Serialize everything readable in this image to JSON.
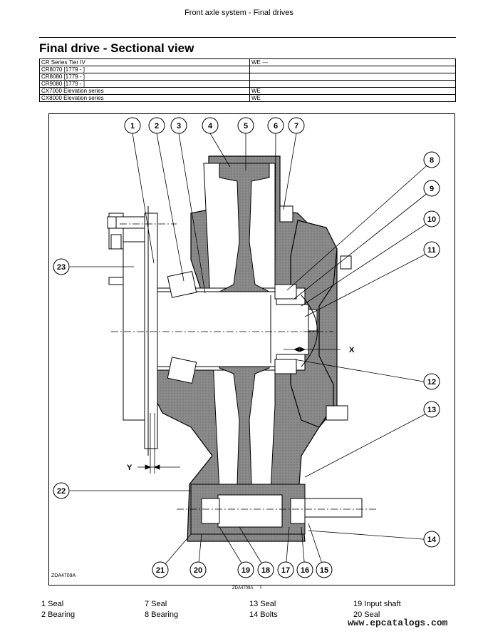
{
  "header": "Front axle system - Final drives",
  "title": "Final drive - Sectional view",
  "models": [
    {
      "model": "CR Series Tier IV",
      "code": "WE ---"
    },
    {
      "model": "CR8070 [1779 - ]",
      "code": ""
    },
    {
      "model": "CR8080 [1779 - ]",
      "code": ""
    },
    {
      "model": "CR9080 [1779 - ]",
      "code": ""
    },
    {
      "model": "CX7000 Elevation series",
      "code": "WE"
    },
    {
      "model": "CX8000 Elevation series",
      "code": "WE"
    }
  ],
  "diagram": {
    "callouts": [
      "1",
      "2",
      "3",
      "4",
      "5",
      "6",
      "7",
      "8",
      "9",
      "10",
      "11",
      "12",
      "13",
      "14",
      "15",
      "16",
      "17",
      "18",
      "19",
      "20",
      "21",
      "22",
      "23"
    ],
    "dim_x": "X",
    "dim_y": "Y",
    "drawing_code": "ZDA4709A",
    "drawing_code_small": "ZDA4709A",
    "page_mark": "1"
  },
  "legend": [
    [
      "1 Seal",
      "2 Bearing"
    ],
    [
      "7 Seal",
      "8 Bearing"
    ],
    [
      "13 Seal",
      "14 Bolts"
    ],
    [
      "19 Input shaft",
      "20 Seal"
    ]
  ],
  "watermark": "www.epcatalogs.com"
}
